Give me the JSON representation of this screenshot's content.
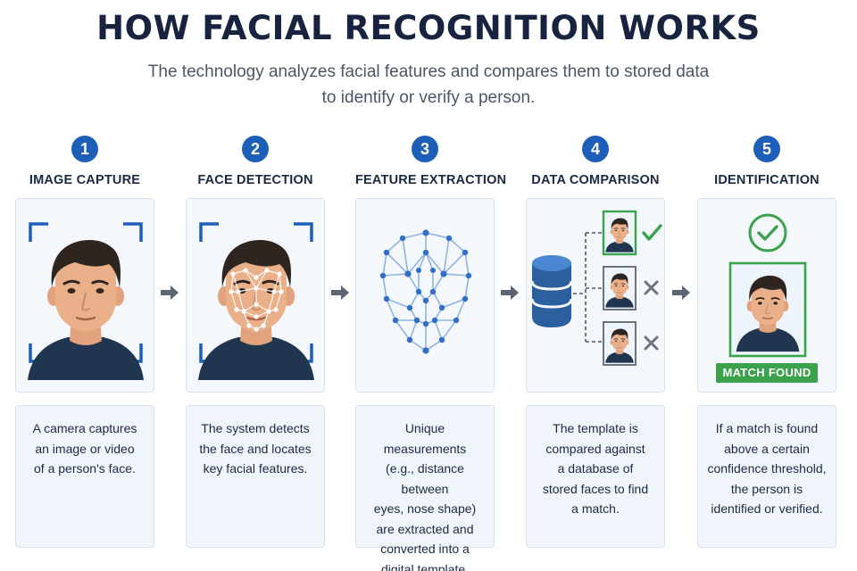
{
  "header": {
    "title": "HOW FACIAL RECOGNITION WORKS",
    "subtitle_line1": "The technology analyzes facial features and compares them to stored data",
    "subtitle_line2": "to identify or verify a person."
  },
  "colors": {
    "accent_blue": "#1d5fb8",
    "match_green": "#3aa24a",
    "reject_gray": "#6b7280",
    "panel_bg": "#f4f8fd"
  },
  "steps": [
    {
      "number": "1",
      "label": "IMAGE CAPTURE",
      "desc": [
        "A camera captures",
        "an image or video",
        "of a person's face."
      ]
    },
    {
      "number": "2",
      "label": "FACE DETECTION",
      "desc": [
        "The system detects",
        "the face and locates",
        "key facial features."
      ]
    },
    {
      "number": "3",
      "label": "FEATURE EXTRACTION",
      "desc": [
        "Unique measurements",
        "(e.g., distance between",
        "eyes, nose shape)",
        "are extracted and",
        "converted into a",
        "digital template."
      ]
    },
    {
      "number": "4",
      "label": "DATA COMPARISON",
      "desc": [
        "The template is",
        "compared against",
        "a database of",
        "stored faces to find",
        "a match."
      ]
    },
    {
      "number": "5",
      "label": "IDENTIFICATION",
      "desc": [
        "If a match is found",
        "above a certain",
        "confidence threshold,",
        "the person is",
        "identified or verified."
      ],
      "match_label": "MATCH FOUND"
    }
  ],
  "icons": {
    "capture_frame": "camera-frame-icon",
    "face": "face-portrait-icon",
    "mesh": "face-mesh-icon",
    "database": "database-icon",
    "check": "check-icon",
    "cross": "cross-icon",
    "arrow": "arrow-right-icon"
  }
}
